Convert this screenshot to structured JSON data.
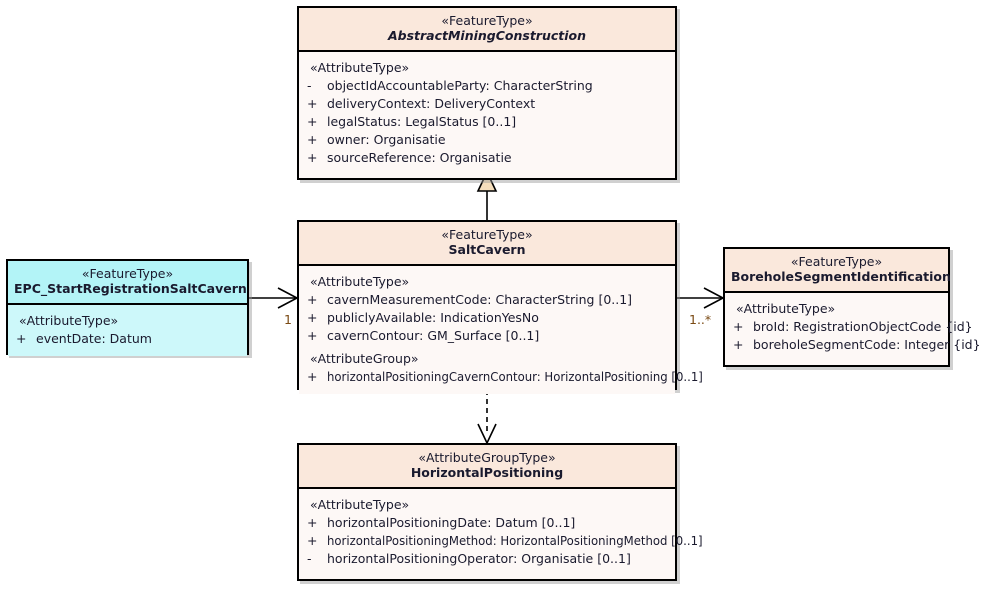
{
  "diagram": {
    "type": "uml-class-diagram",
    "background": "#ffffff",
    "colors": {
      "class_header_fill": "#fae8dc",
      "class_body_fill": "#fdf8f6",
      "class_border": "#000000",
      "highlight_fill": "#b3f4f7",
      "multiplicity_text": "#7a4a13",
      "generalization_arrow_fill": "#f5debc"
    }
  },
  "classes": {
    "abstract_mining_construction": {
      "stereotype": "«FeatureType»",
      "name": "AbstractMiningConstruction",
      "is_abstract": true,
      "groups": [
        {
          "label": "«AttributeType»",
          "attributes": [
            {
              "visibility": "-",
              "signature": "objectIdAccountableParty: CharacterString"
            },
            {
              "visibility": "+",
              "signature": "deliveryContext: DeliveryContext"
            },
            {
              "visibility": "+",
              "signature": "legalStatus: LegalStatus [0..1]"
            },
            {
              "visibility": "+",
              "signature": "owner: Organisatie"
            },
            {
              "visibility": "+",
              "signature": "sourceReference: Organisatie"
            }
          ]
        }
      ]
    },
    "salt_cavern": {
      "stereotype": "«FeatureType»",
      "name": "SaltCavern",
      "is_abstract": false,
      "groups": [
        {
          "label": "«AttributeType»",
          "attributes": [
            {
              "visibility": "+",
              "signature": "cavernMeasurementCode: CharacterString [0..1]"
            },
            {
              "visibility": "+",
              "signature": "publiclyAvailable: IndicationYesNo"
            },
            {
              "visibility": "+",
              "signature": "cavernContour: GM_Surface [0..1]"
            }
          ]
        },
        {
          "label": "«AttributeGroup»",
          "attributes": [
            {
              "visibility": "+",
              "signature": "horizontalPositioningCavernContour: HorizontalPositioning [0..1]",
              "condensed": true
            }
          ]
        }
      ]
    },
    "epc_start_registration_salt_cavern": {
      "stereotype": "«FeatureType»",
      "name": "EPC_StartRegistrationSaltCavern",
      "is_abstract": false,
      "highlighted": true,
      "groups": [
        {
          "label": "«AttributeType»",
          "attributes": [
            {
              "visibility": "+",
              "signature": "eventDate: Datum"
            }
          ]
        }
      ]
    },
    "borehole_segment_identification": {
      "stereotype": "«FeatureType»",
      "name": "BoreholeSegmentIdentification",
      "is_abstract": false,
      "groups": [
        {
          "label": "«AttributeType»",
          "attributes": [
            {
              "visibility": "+",
              "signature": "broId: RegistrationObjectCode {id}"
            },
            {
              "visibility": "+",
              "signature": "boreholeSegmentCode: Integer {id}"
            }
          ]
        }
      ]
    },
    "horizontal_positioning": {
      "stereotype": "«AttributeGroupType»",
      "name": "HorizontalPositioning",
      "is_abstract": false,
      "groups": [
        {
          "label": "«AttributeType»",
          "attributes": [
            {
              "visibility": "+",
              "signature": "horizontalPositioningDate: Datum [0..1]"
            },
            {
              "visibility": "+",
              "signature": "horizontalPositioningMethod: HorizontalPositioningMethod [0..1]",
              "condensed": true
            },
            {
              "visibility": "-",
              "signature": "horizontalPositioningOperator: Organisatie [0..1]"
            }
          ]
        }
      ]
    }
  },
  "relationships": [
    {
      "name": "generalization-saltcavern-to-abstractminingconstruction",
      "kind": "generalization",
      "from": "salt_cavern",
      "to": "abstract_mining_construction",
      "source_multiplicity": "",
      "target_multiplicity": ""
    },
    {
      "name": "association-epc-to-saltcavern",
      "kind": "association",
      "from": "epc_start_registration_salt_cavern",
      "to": "salt_cavern",
      "target_multiplicity": "1"
    },
    {
      "name": "association-saltcavern-to-boreholesegmentidentification",
      "kind": "association",
      "from": "salt_cavern",
      "to": "borehole_segment_identification",
      "source_multiplicity": "1..*"
    },
    {
      "name": "dependency-saltcavern-to-horizontalpositioning",
      "kind": "dependency",
      "from": "salt_cavern",
      "to": "horizontal_positioning"
    }
  ]
}
